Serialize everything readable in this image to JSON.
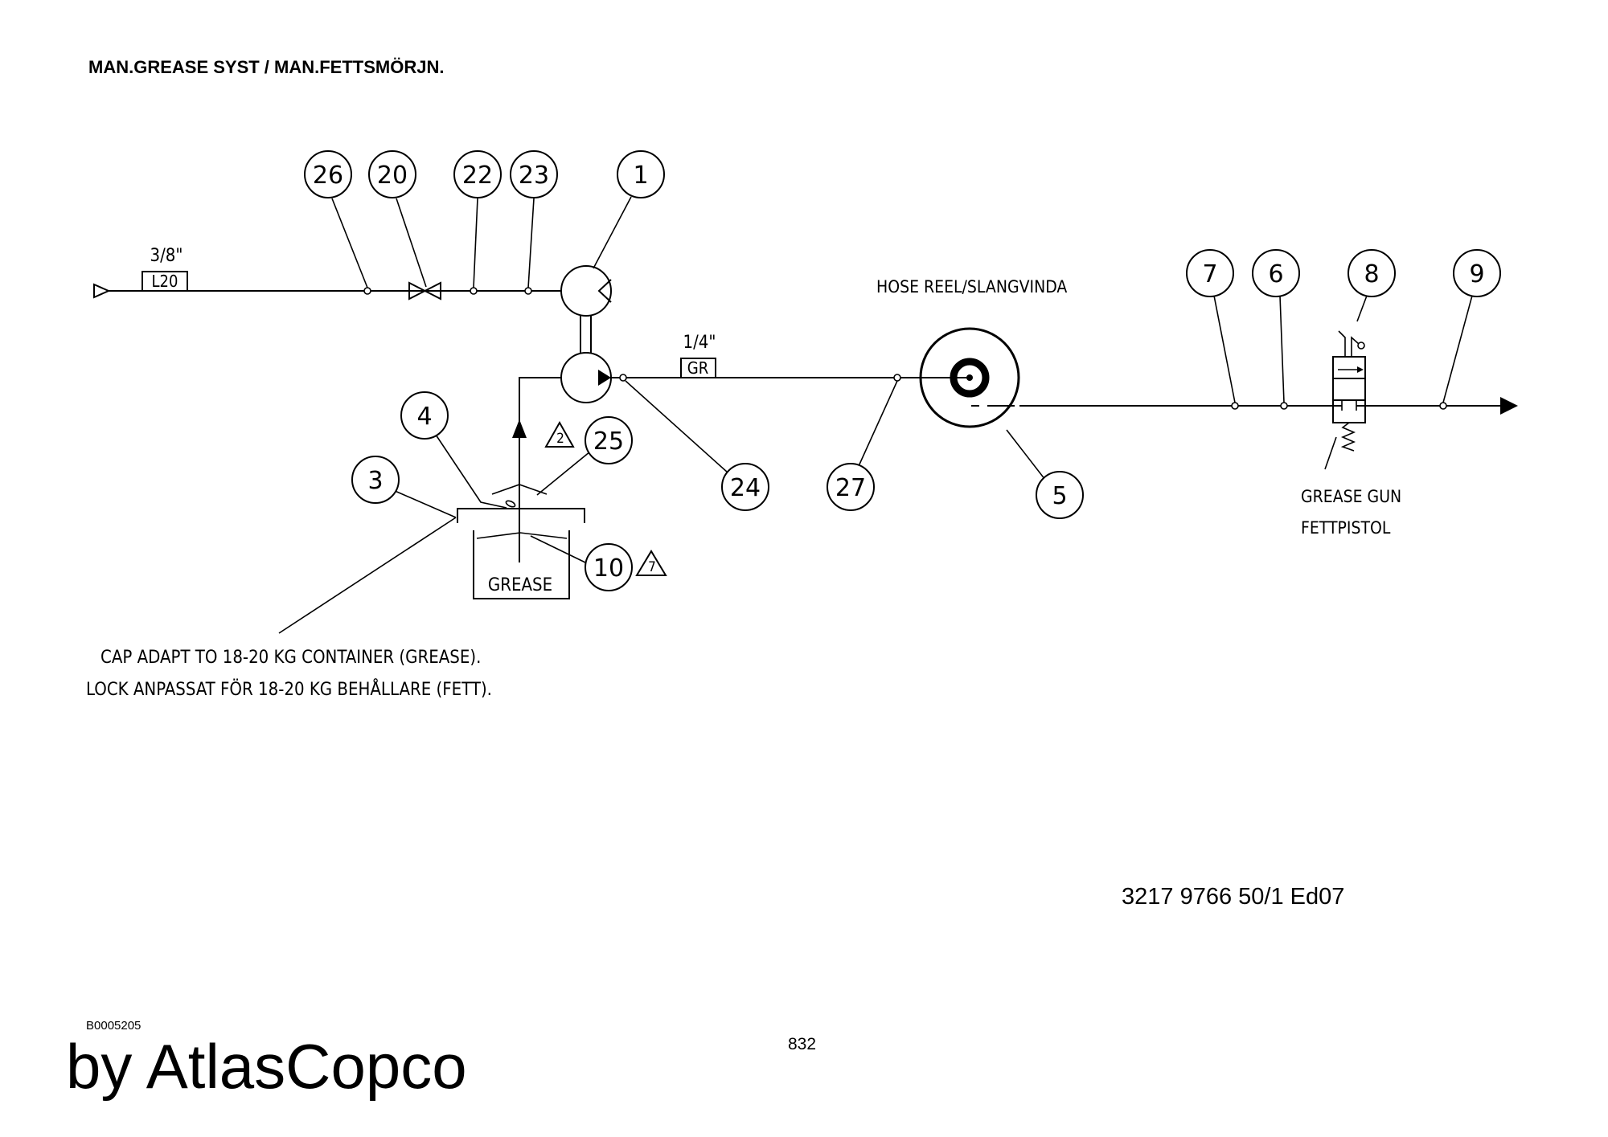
{
  "title": "MAN.GREASE SYST / MAN.FETTSMÖRJN.",
  "inlet": {
    "size": "3/8\"",
    "tag": "L20"
  },
  "outlet": {
    "size": "1/4\"",
    "tag": "GR"
  },
  "hose_reel_label": "HOSE REEL/SLANGVINDA",
  "grease_gun_label": [
    "GREASE GUN",
    "FETTPISTOL"
  ],
  "container_label": "GREASE",
  "notes": [
    "CAP ADAPT TO 18-20 KG CONTAINER (GREASE).",
    "LOCK ANPASSAT FÖR 18-20 KG BEHÅLLARE (FETT)."
  ],
  "balloons": {
    "b26": "26",
    "b20": "20",
    "b22": "22",
    "b23": "23",
    "b1": "1",
    "b4": "4",
    "b3": "3",
    "b25": "25",
    "b10": "10",
    "b24": "24",
    "b27": "27",
    "b5": "5",
    "b7": "7",
    "b6": "6",
    "b8": "8",
    "b9": "9"
  },
  "revision_flags": {
    "r2": "2",
    "r7": "7"
  },
  "doc_number": "3217 9766 50/1  Ed07",
  "image_code": "B0005205",
  "page_number": "832",
  "brand": "by AtlasCopco"
}
